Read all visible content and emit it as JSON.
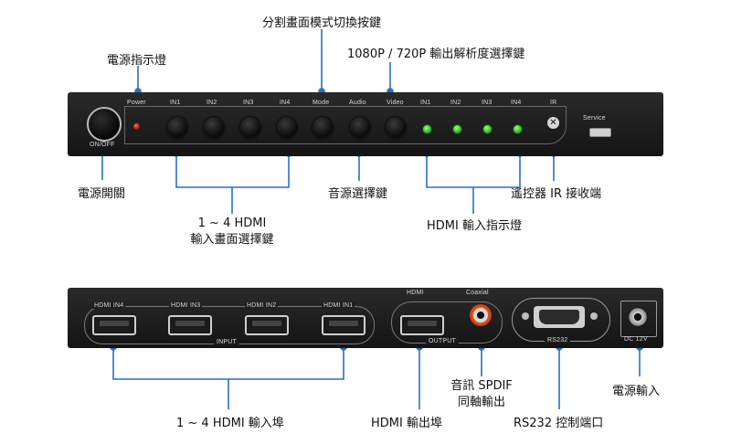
{
  "front": {
    "labels": {
      "power": "Power",
      "in1": "IN1",
      "in2": "IN2",
      "in3": "IN3",
      "in4": "IN4",
      "mode": "Mode",
      "audio": "Audio",
      "video": "Video",
      "led_in1": "IN1",
      "led_in2": "IN2",
      "led_in3": "IN3",
      "led_in4": "IN4",
      "ir": "IR",
      "service": "Service",
      "onoff": "ON/OFF"
    }
  },
  "rear": {
    "labels": {
      "hdmi_in4": "HDMI IN4",
      "hdmi_in3": "HDMI IN3",
      "hdmi_in2": "HDMI IN2",
      "hdmi_in1": "HDMI IN1",
      "input": "INPUT",
      "hdmi": "HDMI",
      "coaxial": "Coaxial",
      "output": "OUTPUT",
      "rs232": "RS232",
      "dc": "DC 12V"
    }
  },
  "callouts": {
    "split_mode": "分割畫面模式切換按鍵",
    "power_led": "電源指示燈",
    "resolution": "1080P / 720P 輸出解析度選擇鍵",
    "power_switch": "電源開關",
    "audio_select": "音源選擇鍵",
    "ir_receiver": "遙控器 IR 接收端",
    "input_select_line1": "1 ~ 4 HDMI",
    "input_select_line2": "輸入畫面選擇鍵",
    "input_led": "HDMI 輸入指示燈",
    "spdif_line1": "音訊 SPDIF",
    "spdif_line2": "同軸輸出",
    "dc_in": "電源輸入",
    "hdmi_in_ports": "1 ~ 4 HDMI 輸入埠",
    "hdmi_out_port": "HDMI 輸出埠",
    "rs232_port": "RS232 控制端口"
  },
  "colors": {
    "callout_line": "#2a6fc4",
    "panel": "#1e1e1e",
    "led_green": "#3fd03a",
    "led_red": "#d9261c"
  }
}
